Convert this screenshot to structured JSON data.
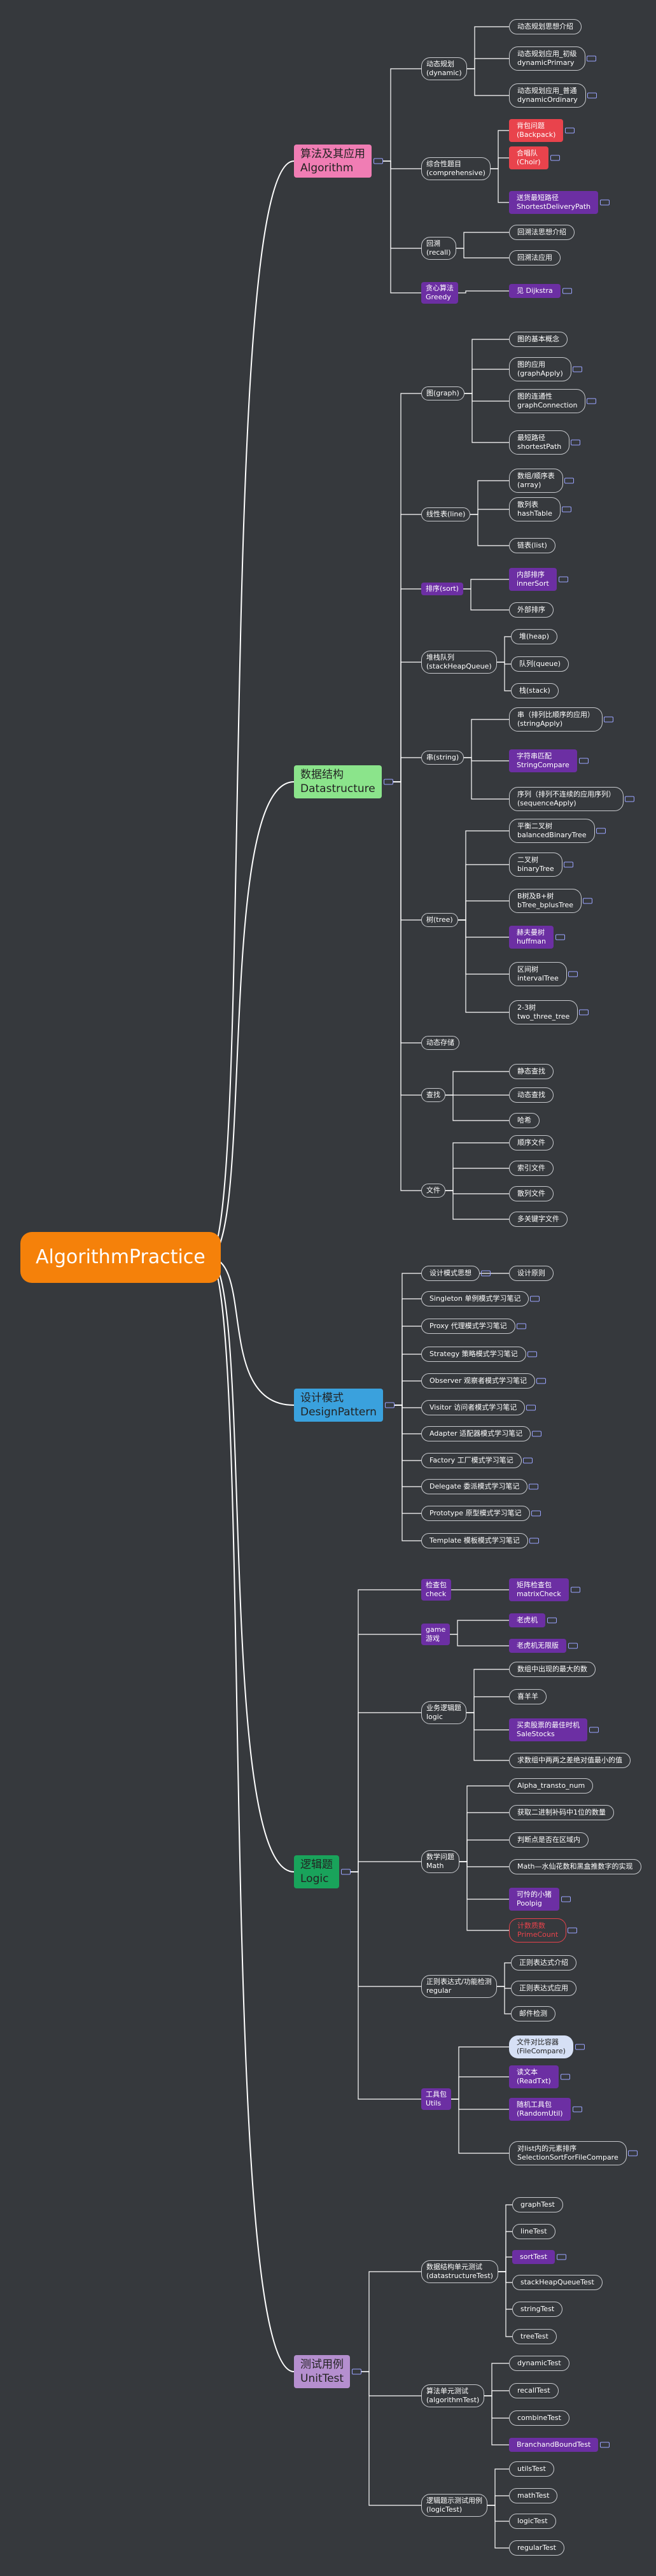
{
  "root": {
    "label": "AlgorithmPractice",
    "color": "#f5810a"
  },
  "colors": {
    "link": "#ffffff",
    "leaf_border": "#c9cbcf",
    "purple": "#6c2fa3",
    "red": "#e9434c",
    "highlight": "#d6e0f5"
  },
  "icons": [
    "note-icon"
  ],
  "branches": [
    {
      "lines": [
        "算法及其应用",
        "Algorithm"
      ],
      "color": "#f07db4",
      "children": [
        {
          "lines": [
            "动态规划",
            "(dynamic)"
          ],
          "kids": [
            {
              "lines": [
                "动态规划思想介绍"
              ]
            },
            {
              "lines": [
                "动态规划应用_初级",
                "dynamicPrimary"
              ]
            },
            {
              "lines": [
                "动态规划应用_普通",
                "dynamicOrdinary"
              ]
            }
          ]
        },
        {
          "lines": [
            "综合性题目",
            "(comprehensive)"
          ],
          "kids": [
            {
              "lines": [
                "背包问题",
                "(Backpack)"
              ],
              "style": "red"
            },
            {
              "lines": [
                "合唱队",
                "(Choir)"
              ],
              "style": "red"
            },
            {
              "lines": [
                "送货最短路径",
                "ShortestDeliveryPath"
              ],
              "style": "purple"
            }
          ]
        },
        {
          "lines": [
            "回溯",
            "(recall)"
          ],
          "kids": [
            {
              "lines": [
                "回溯法思想介绍"
              ]
            },
            {
              "lines": [
                "回溯法应用"
              ]
            }
          ]
        },
        {
          "lines": [
            "贪心算法",
            "Greedy"
          ],
          "style": "purple",
          "kids": [
            {
              "lines": [
                "见 Dijkstra"
              ],
              "style": "purple"
            }
          ]
        }
      ]
    },
    {
      "lines": [
        "数据结构",
        "Datastructure"
      ],
      "color": "#8be48b",
      "children": [
        {
          "lines": [
            "图(graph)"
          ],
          "kids": [
            {
              "lines": [
                "图的基本概念"
              ]
            },
            {
              "lines": [
                "图的应用",
                "(graphApply)"
              ]
            },
            {
              "lines": [
                "图的连通性",
                "graphConnection"
              ]
            },
            {
              "lines": [
                "最短路径",
                "shortestPath"
              ]
            }
          ]
        },
        {
          "lines": [
            "线性表(line)"
          ],
          "kids": [
            {
              "lines": [
                "数组/顺序表",
                "(array)"
              ]
            },
            {
              "lines": [
                "散列表",
                "hashTable"
              ]
            },
            {
              "lines": [
                "链表(list)"
              ]
            }
          ]
        },
        {
          "lines": [
            "排序(sort)"
          ],
          "style": "purple",
          "kids": [
            {
              "lines": [
                "内部排序",
                "innerSort"
              ],
              "style": "purple"
            },
            {
              "lines": [
                "外部排序"
              ]
            }
          ]
        },
        {
          "lines": [
            "堆栈队列",
            "(stackHeapQueue)"
          ],
          "kids": [
            {
              "lines": [
                "堆(heap)"
              ]
            },
            {
              "lines": [
                "队列(queue)"
              ]
            },
            {
              "lines": [
                "栈(stack)"
              ]
            }
          ]
        },
        {
          "lines": [
            "串(string)"
          ],
          "kids": [
            {
              "lines": [
                "串（排列比顺序的应用）",
                "(stringApply)"
              ]
            },
            {
              "lines": [
                "字符串匹配",
                "StringCompare"
              ],
              "style": "purple"
            },
            {
              "lines": [
                "序列（排列不连续的应用序列）",
                "(sequenceApply)"
              ]
            }
          ]
        },
        {
          "lines": [
            "树(tree)"
          ],
          "kids": [
            {
              "lines": [
                "平衡二叉树",
                "balancedBinaryTree"
              ]
            },
            {
              "lines": [
                "二叉树",
                "binaryTree"
              ]
            },
            {
              "lines": [
                "B树及B+树",
                "bTree_bplusTree"
              ]
            },
            {
              "lines": [
                "赫夫曼树",
                "huffman"
              ],
              "style": "purple"
            },
            {
              "lines": [
                "区间树",
                "intervalTree"
              ]
            },
            {
              "lines": [
                "2-3树",
                "two_three_tree"
              ]
            }
          ]
        },
        {
          "lines": [
            "动态存储"
          ],
          "kids": []
        },
        {
          "lines": [
            "查找"
          ],
          "kids": [
            {
              "lines": [
                "静态查找"
              ]
            },
            {
              "lines": [
                "动态查找"
              ]
            },
            {
              "lines": [
                "哈希"
              ]
            }
          ]
        },
        {
          "lines": [
            "文件"
          ],
          "kids": [
            {
              "lines": [
                "顺序文件"
              ]
            },
            {
              "lines": [
                "索引文件"
              ]
            },
            {
              "lines": [
                "散列文件"
              ]
            },
            {
              "lines": [
                "多关键字文件"
              ]
            }
          ]
        }
      ]
    },
    {
      "lines": [
        "设计模式",
        "DesignPattern"
      ],
      "color": "#3aa1dd",
      "children": [
        {
          "lines": [
            "设计模式思想"
          ],
          "kids": [
            {
              "lines": [
                "设计原则"
              ]
            }
          ]
        },
        {
          "lines": [
            "Singleton 单例模式学习笔记"
          ],
          "kids": []
        },
        {
          "lines": [
            "Proxy 代理模式学习笔记"
          ],
          "kids": []
        },
        {
          "lines": [
            "Strategy 策略模式学习笔记"
          ],
          "kids": []
        },
        {
          "lines": [
            "Observer 观察者模式学习笔记"
          ],
          "kids": []
        },
        {
          "lines": [
            "Visitor 访问者模式学习笔记"
          ],
          "kids": []
        },
        {
          "lines": [
            "Adapter 适配器模式学习笔记"
          ],
          "kids": []
        },
        {
          "lines": [
            "Factory 工厂模式学习笔记"
          ],
          "kids": []
        },
        {
          "lines": [
            "Delegate 委派模式学习笔记"
          ],
          "kids": []
        },
        {
          "lines": [
            "Prototype 原型模式学习笔记"
          ],
          "kids": []
        },
        {
          "lines": [
            "Template 模板模式学习笔记"
          ],
          "kids": []
        }
      ]
    },
    {
      "lines": [
        "逻辑题",
        "Logic"
      ],
      "color": "#19a35b",
      "children": [
        {
          "lines": [
            "检查包",
            "check"
          ],
          "style": "purple",
          "kids": [
            {
              "lines": [
                "矩阵检查包",
                "matrixCheck"
              ],
              "style": "purple"
            }
          ]
        },
        {
          "lines": [
            "game",
            "游戏"
          ],
          "style": "purple",
          "kids": [
            {
              "lines": [
                "老虎机"
              ],
              "style": "purple"
            },
            {
              "lines": [
                "老虎机无限版"
              ],
              "style": "purple"
            }
          ]
        },
        {
          "lines": [
            "业务逻辑题",
            "logic"
          ],
          "kids": [
            {
              "lines": [
                "数组中出现的最大的数"
              ]
            },
            {
              "lines": [
                "喜羊羊"
              ]
            },
            {
              "lines": [
                "买卖股票的最佳时机",
                "SaleStocks"
              ],
              "style": "purple"
            },
            {
              "lines": [
                "求数组中两两之差绝对值最小的值"
              ]
            }
          ]
        },
        {
          "lines": [
            "数学问题",
            "Math"
          ],
          "kids": [
            {
              "lines": [
                "Alpha_transto_num"
              ]
            },
            {
              "lines": [
                "获取二进制补码中1位的数量"
              ]
            },
            {
              "lines": [
                "判断点是否在区域内"
              ]
            },
            {
              "lines": [
                "Math—水仙花数和黑盒推数字的实现"
              ]
            },
            {
              "lines": [
                "可怜的小猪",
                "Poolpig"
              ],
              "style": "purple"
            },
            {
              "lines": [
                "计数质数",
                "PrimeCount"
              ],
              "style": "red-outline"
            }
          ]
        },
        {
          "lines": [
            "正则表达式/功能检测",
            "regular"
          ],
          "kids": [
            {
              "lines": [
                "正则表达式介绍"
              ]
            },
            {
              "lines": [
                "正则表达式应用"
              ]
            },
            {
              "lines": [
                "邮件检测"
              ]
            }
          ]
        },
        {
          "lines": [
            "工具包",
            "Utils"
          ],
          "style": "purple",
          "kids": [
            {
              "lines": [
                "文件对比容器",
                "(FileCompare)"
              ],
              "style": "highlight"
            },
            {
              "lines": [
                "读文本",
                "(ReadTxt)"
              ],
              "style": "purple"
            },
            {
              "lines": [
                "随机工具包",
                "(RandomUtil)"
              ],
              "style": "purple"
            },
            {
              "lines": [
                "对list内的元素排序",
                "SelectionSortForFileCompare"
              ]
            }
          ]
        }
      ]
    },
    {
      "lines": [
        "测试用例",
        "UnitTest"
      ],
      "color": "#b58fcf",
      "children": [
        {
          "lines": [
            "数据结构单元测试",
            "(datastructureTest)"
          ],
          "kids": [
            {
              "lines": [
                "graphTest"
              ]
            },
            {
              "lines": [
                "lineTest"
              ]
            },
            {
              "lines": [
                "sortTest"
              ],
              "style": "purple"
            },
            {
              "lines": [
                "stackHeapQueueTest"
              ]
            },
            {
              "lines": [
                "stringTest"
              ]
            },
            {
              "lines": [
                "treeTest"
              ]
            }
          ]
        },
        {
          "lines": [
            "算法单元测试",
            "(algorithmTest)"
          ],
          "kids": [
            {
              "lines": [
                "dynamicTest"
              ]
            },
            {
              "lines": [
                "recallTest"
              ]
            },
            {
              "lines": [
                "combineTest"
              ]
            },
            {
              "lines": [
                "BranchandBoundTest"
              ],
              "style": "purple"
            }
          ]
        },
        {
          "lines": [
            "逻辑题示测试用例",
            "(logicTest)"
          ],
          "kids": [
            {
              "lines": [
                "utilsTest"
              ]
            },
            {
              "lines": [
                "mathTest"
              ]
            },
            {
              "lines": [
                "logicTest"
              ]
            },
            {
              "lines": [
                "regularTest"
              ]
            }
          ]
        }
      ]
    }
  ]
}
